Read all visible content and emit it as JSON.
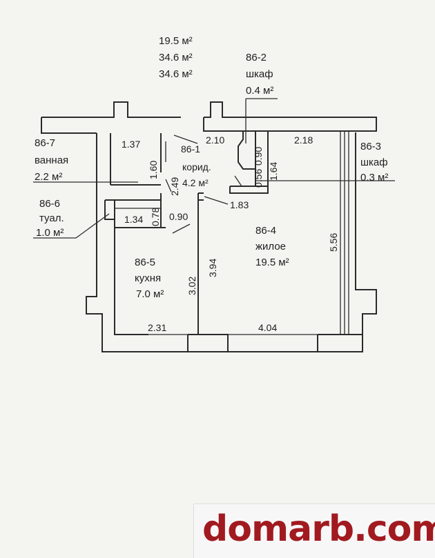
{
  "header": {
    "area_living": "19.5 м²",
    "area_total_1": "34.6 м²",
    "area_total_2": "34.6 м²"
  },
  "rooms": {
    "closet2": {
      "code": "86-2",
      "name": "шкаф",
      "area": "0.4 м²"
    },
    "bath": {
      "code": "86-7",
      "name": "ванная",
      "area": "2.2 м²"
    },
    "corridor": {
      "code": "86-1",
      "name": "корид.",
      "area": "4.2 м²"
    },
    "closet3": {
      "code": "86-3",
      "name": "шкаф",
      "area": "0.3 м²"
    },
    "toilet": {
      "code": "86-6",
      "name": "туал.",
      "area": "1.0 м²"
    },
    "living": {
      "code": "86-4",
      "name": "жилое",
      "area": "19.5 м²"
    },
    "kitchen": {
      "code": "86-5",
      "name": "кухня",
      "area": "7.0 м²"
    }
  },
  "dimensions": {
    "d137": "1.37",
    "d210": "2.10",
    "d218": "2.18",
    "d090a": "0.90",
    "d160": "1.60",
    "d249": "2.49",
    "d164": "1.64",
    "d056": "0.56",
    "d183": "1.83",
    "d078": "0.78",
    "d134": "1.34",
    "d090b": "0.90",
    "d556": "5.56",
    "d394": "3.94",
    "d302": "3.02",
    "d231": "2.31",
    "d404": "4.04"
  },
  "watermark": {
    "text": "domarb.com",
    "color": "#a11a20"
  }
}
